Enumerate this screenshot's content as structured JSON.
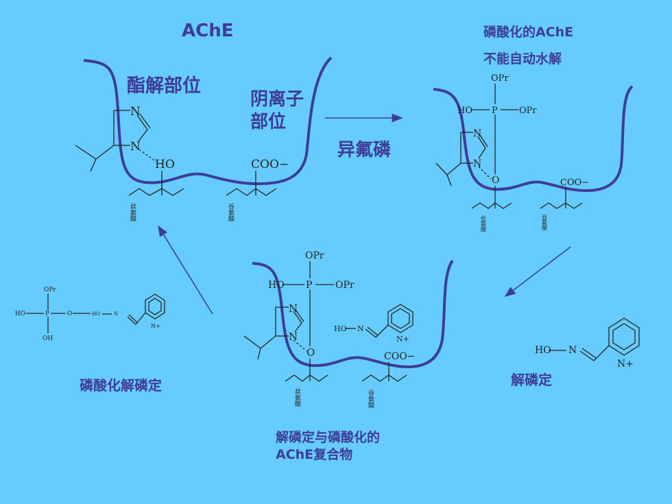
{
  "labels": {
    "ache": "AChE",
    "ester_site": "酯解部位",
    "anion_site_1": "阴离子",
    "anion_site_2": "部位",
    "reagent": "异氟磷",
    "phos_ache_1": "磷酸化的AChE",
    "phos_ache_2": "不能自动水解",
    "pralidoxime": "解磷定",
    "phos_pralidoxime": "磷酸化解磷定",
    "complex_1": "解磷定与磷酸化的",
    "complex_2": "AChE复合物"
  },
  "chem": {
    "n": "N",
    "ho": "HO",
    "oh": "OH",
    "o": "O",
    "p": "P",
    "opr": "OPr",
    "coo": "COO−",
    "n_plus": "N+",
    "serine": "丝氨酸",
    "glutamate": "谷氨酸"
  },
  "colors": {
    "background": "#66ccff",
    "accent": "#3d3d99",
    "ink": "#222222"
  }
}
